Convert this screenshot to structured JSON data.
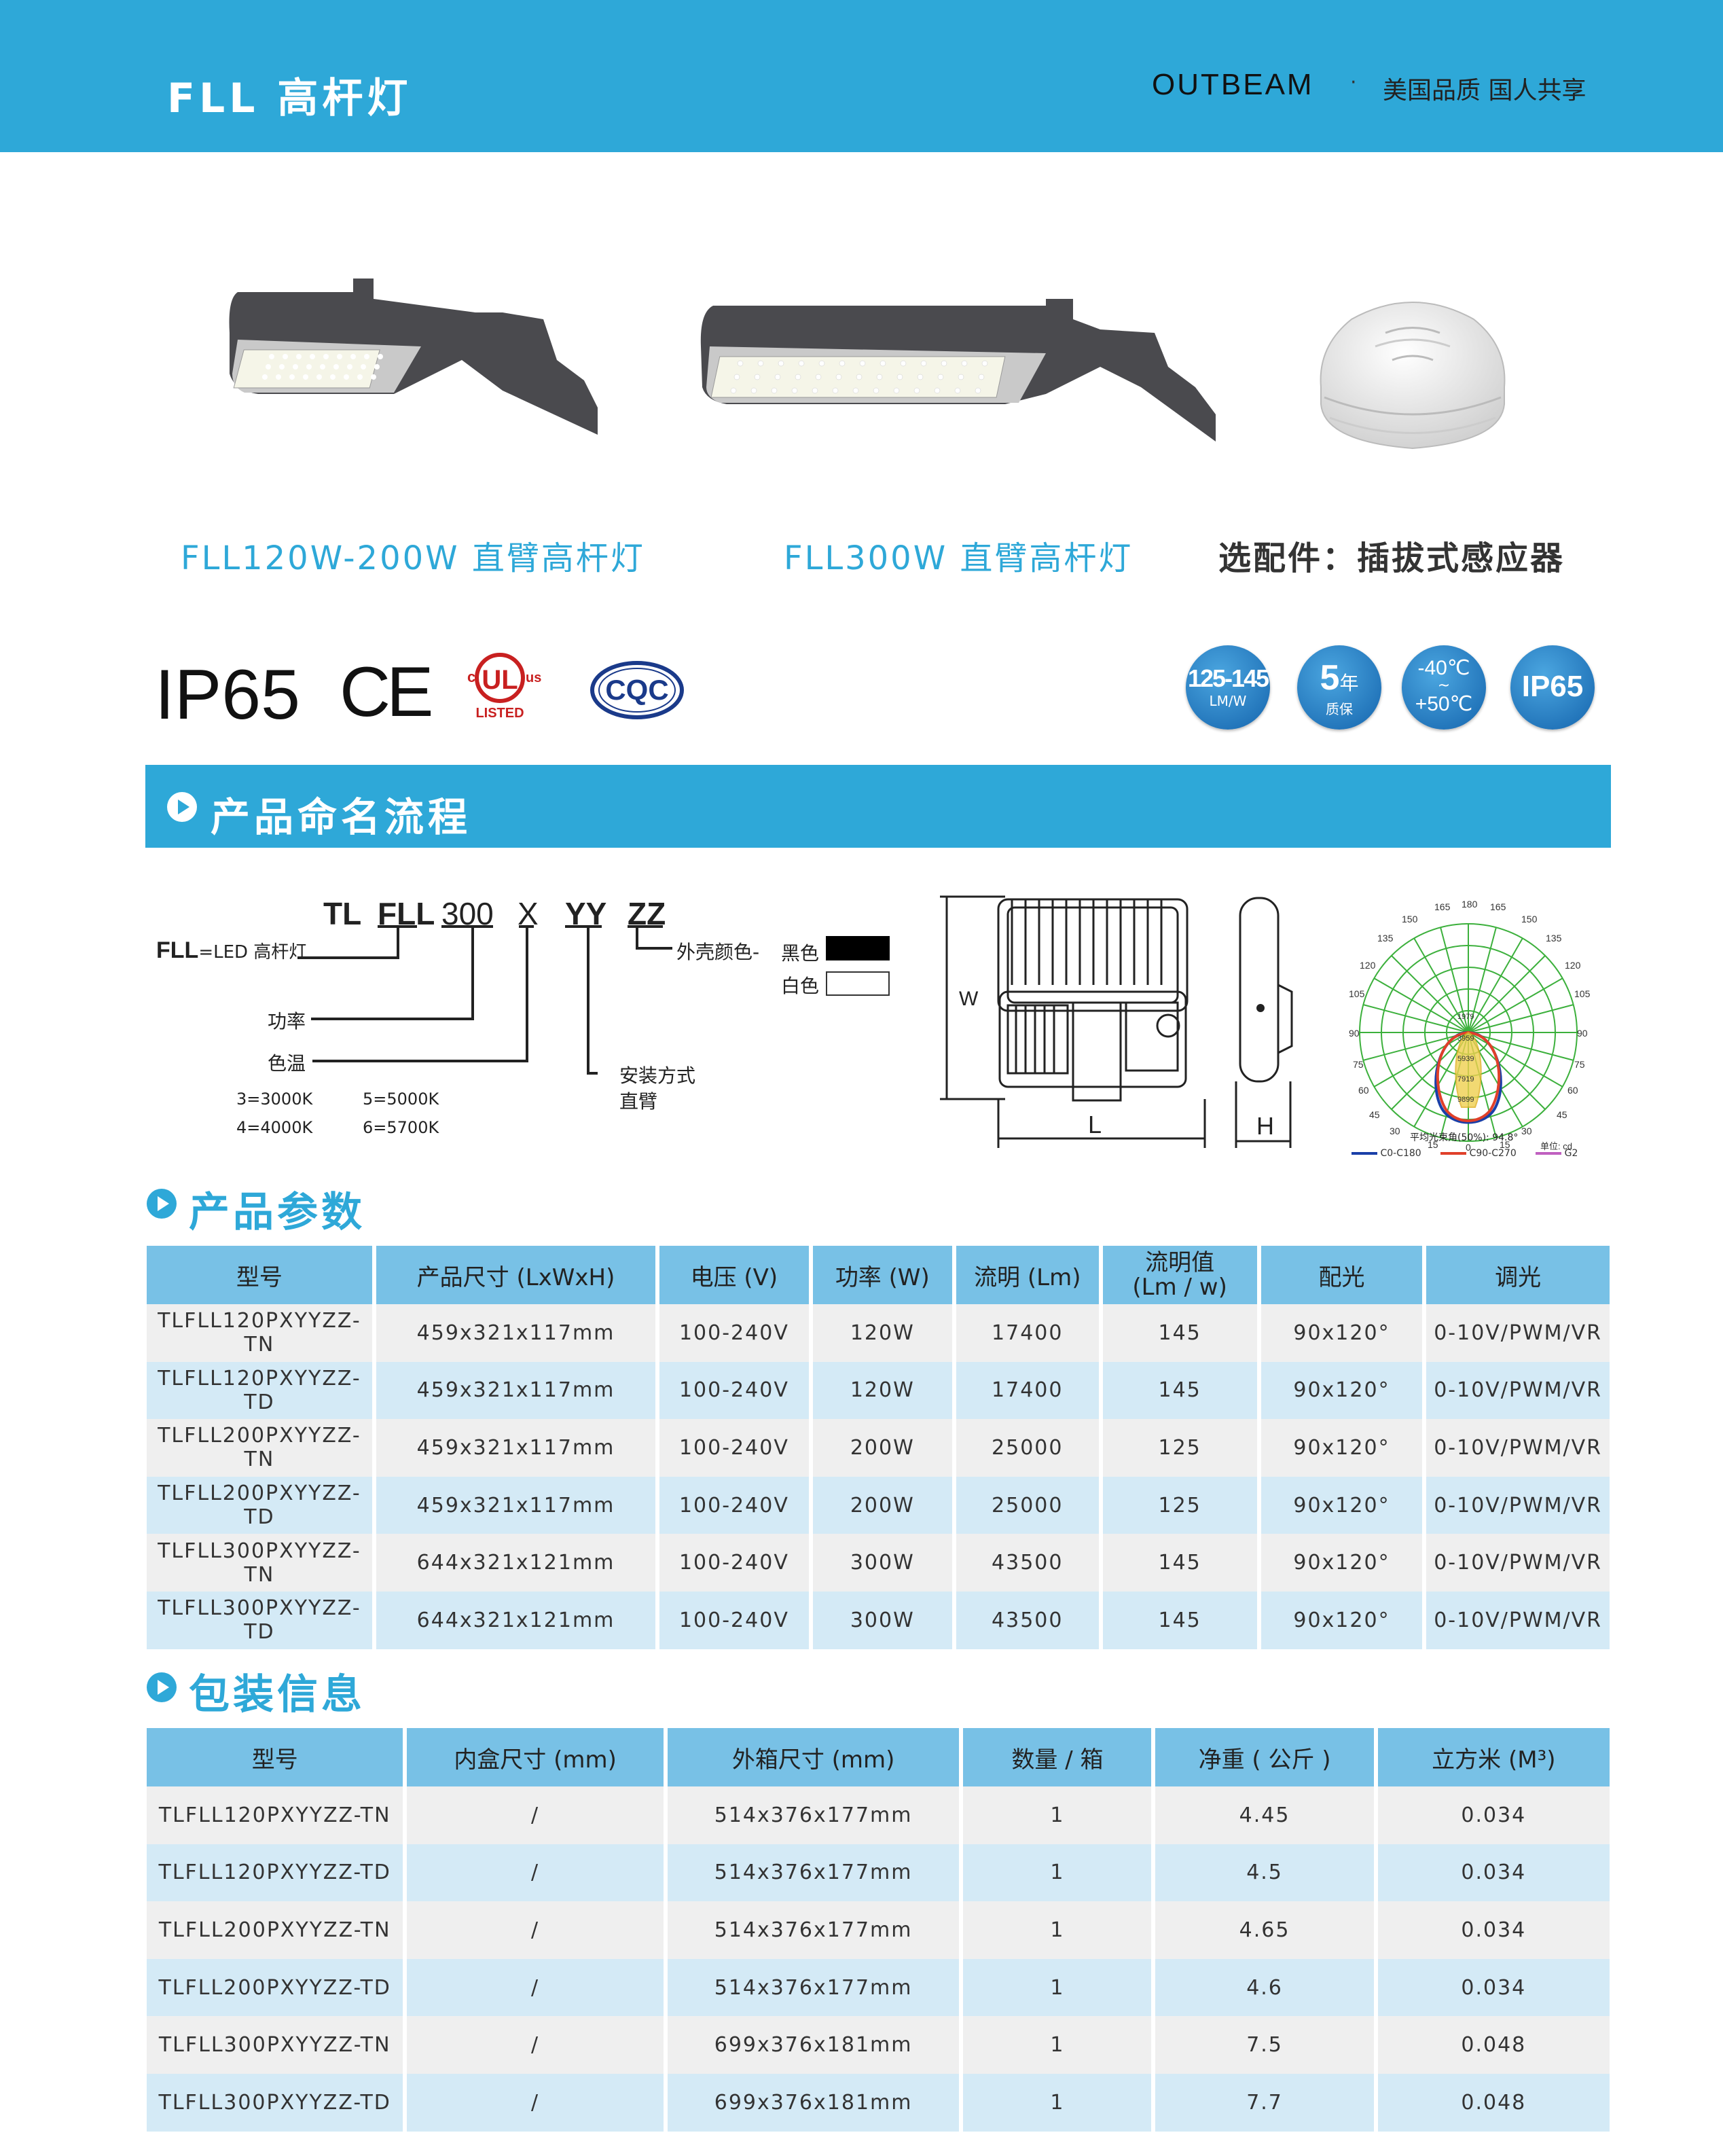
{
  "header": {
    "title": "FLL 高杆灯",
    "brand": "OUTBEAM",
    "slogan": "美国品质  国人共享"
  },
  "products": [
    {
      "caption": "FLL120W-200W 直臂高杆灯"
    },
    {
      "caption": "FLL300W 直臂高杆灯"
    },
    {
      "caption": "选配件：插拔式感应器"
    }
  ],
  "certs": {
    "ip65": "IP65",
    "ce": "CE",
    "ul_top": "c",
    "ul_mid": "UL",
    "ul_us": "us",
    "ul_listed": "LISTED",
    "cqc": "CQC"
  },
  "badges": [
    {
      "main": "125-145",
      "sub": "LM/W"
    },
    {
      "main": "5",
      "main2": "年",
      "sub": "质保"
    },
    {
      "main": "-40℃",
      "mid": "~",
      "sub": "+50℃"
    },
    {
      "main": "IP65"
    }
  ],
  "naming": {
    "section_title": "产品命名流程",
    "codes": [
      "TL",
      "FLL",
      "300",
      "X",
      "YY",
      "ZZ"
    ],
    "fll_label": "FLL",
    "fll_desc": "=LED 高杆灯",
    "power_label": "功率",
    "cct_label": "色温",
    "cct_options": [
      "3=3000K",
      "5=5000K",
      "4=4000K",
      "6=5700K"
    ],
    "mount_label": "安装方式",
    "mount_value": "直臂",
    "color_label": "外壳颜色-",
    "color_black": "黑色",
    "color_white": "白色"
  },
  "dimensions": {
    "w": "W",
    "l": "L",
    "h": "H"
  },
  "polar": {
    "angles_top": [
      "165",
      "180",
      "165"
    ],
    "angles_left": [
      "150",
      "135",
      "120",
      "105",
      "90",
      "75",
      "60",
      "45",
      "30",
      "15"
    ],
    "angles_right": [
      "150",
      "135",
      "120",
      "105",
      "90",
      "75",
      "60",
      "45",
      "30",
      "15"
    ],
    "bottom": "0",
    "rings": [
      "1979",
      "3959",
      "5939",
      "7919",
      "9899"
    ],
    "unit": "单位: cd",
    "beam_angle": "平均光束角(50%): 94.8°",
    "legend": [
      "C0-C180",
      "C90-C270",
      "G2"
    ],
    "colors": {
      "c0": "#1a3fa8",
      "c90": "#e0402a",
      "g2": "#c060c0"
    }
  },
  "params": {
    "section_title": "产品参数",
    "headers": [
      "型号",
      "产品尺寸 (LxWxH)",
      "电压 (V)",
      "功率 (W)",
      "流明 (Lm)",
      "流明值\n(Lm / w)",
      "配光",
      "调光"
    ],
    "rows": [
      [
        "TLFLL120PXYYZZ-TN",
        "459x321x117mm",
        "100-240V",
        "120W",
        "17400",
        "145",
        "90x120°",
        "0-10V/PWM/VR"
      ],
      [
        "TLFLL120PXYYZZ-TD",
        "459x321x117mm",
        "100-240V",
        "120W",
        "17400",
        "145",
        "90x120°",
        "0-10V/PWM/VR"
      ],
      [
        "TLFLL200PXYYZZ-TN",
        "459x321x117mm",
        "100-240V",
        "200W",
        "25000",
        "125",
        "90x120°",
        "0-10V/PWM/VR"
      ],
      [
        "TLFLL200PXYYZZ-TD",
        "459x321x117mm",
        "100-240V",
        "200W",
        "25000",
        "125",
        "90x120°",
        "0-10V/PWM/VR"
      ],
      [
        "TLFLL300PXYYZZ-TN",
        "644x321x121mm",
        "100-240V",
        "300W",
        "43500",
        "145",
        "90x120°",
        "0-10V/PWM/VR"
      ],
      [
        "TLFLL300PXYYZZ-TD",
        "644x321x121mm",
        "100-240V",
        "300W",
        "43500",
        "145",
        "90x120°",
        "0-10V/PWM/VR"
      ]
    ]
  },
  "packing": {
    "section_title": "包装信息",
    "headers": [
      "型号",
      "内盒尺寸 (mm)",
      "外箱尺寸 (mm)",
      "数量 / 箱",
      "净重 ( 公斤 )",
      "立方米 (M³)"
    ],
    "rows": [
      [
        "TLFLL120PXYYZZ-TN",
        "/",
        "514x376x177mm",
        "1",
        "4.45",
        "0.034"
      ],
      [
        "TLFLL120PXYYZZ-TD",
        "/",
        "514x376x177mm",
        "1",
        "4.5",
        "0.034"
      ],
      [
        "TLFLL200PXYYZZ-TN",
        "/",
        "514x376x177mm",
        "1",
        "4.65",
        "0.034"
      ],
      [
        "TLFLL200PXYYZZ-TD",
        "/",
        "514x376x177mm",
        "1",
        "4.6",
        "0.034"
      ],
      [
        "TLFLL300PXYYZZ-TN",
        "/",
        "699x376x181mm",
        "1",
        "7.5",
        "0.048"
      ],
      [
        "TLFLL300PXYYZZ-TD",
        "/",
        "699x376x181mm",
        "1",
        "7.7",
        "0.048"
      ]
    ]
  },
  "colors": {
    "accent": "#2ea8d8",
    "table_header": "#78c1e6",
    "row_blue": "#d4eaf6",
    "row_gray": "#efefef"
  }
}
